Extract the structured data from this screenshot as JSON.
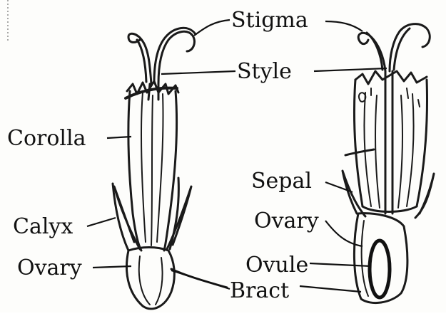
{
  "labels": {
    "stigma": "Stigma",
    "style": "Style",
    "corolla": "Corolla",
    "calyx": "Calyx",
    "ovary_left": "Ovary",
    "sepal": "Sepal",
    "ovary_right": "Ovary",
    "ovule": "Ovule",
    "bract": "Bract"
  }
}
